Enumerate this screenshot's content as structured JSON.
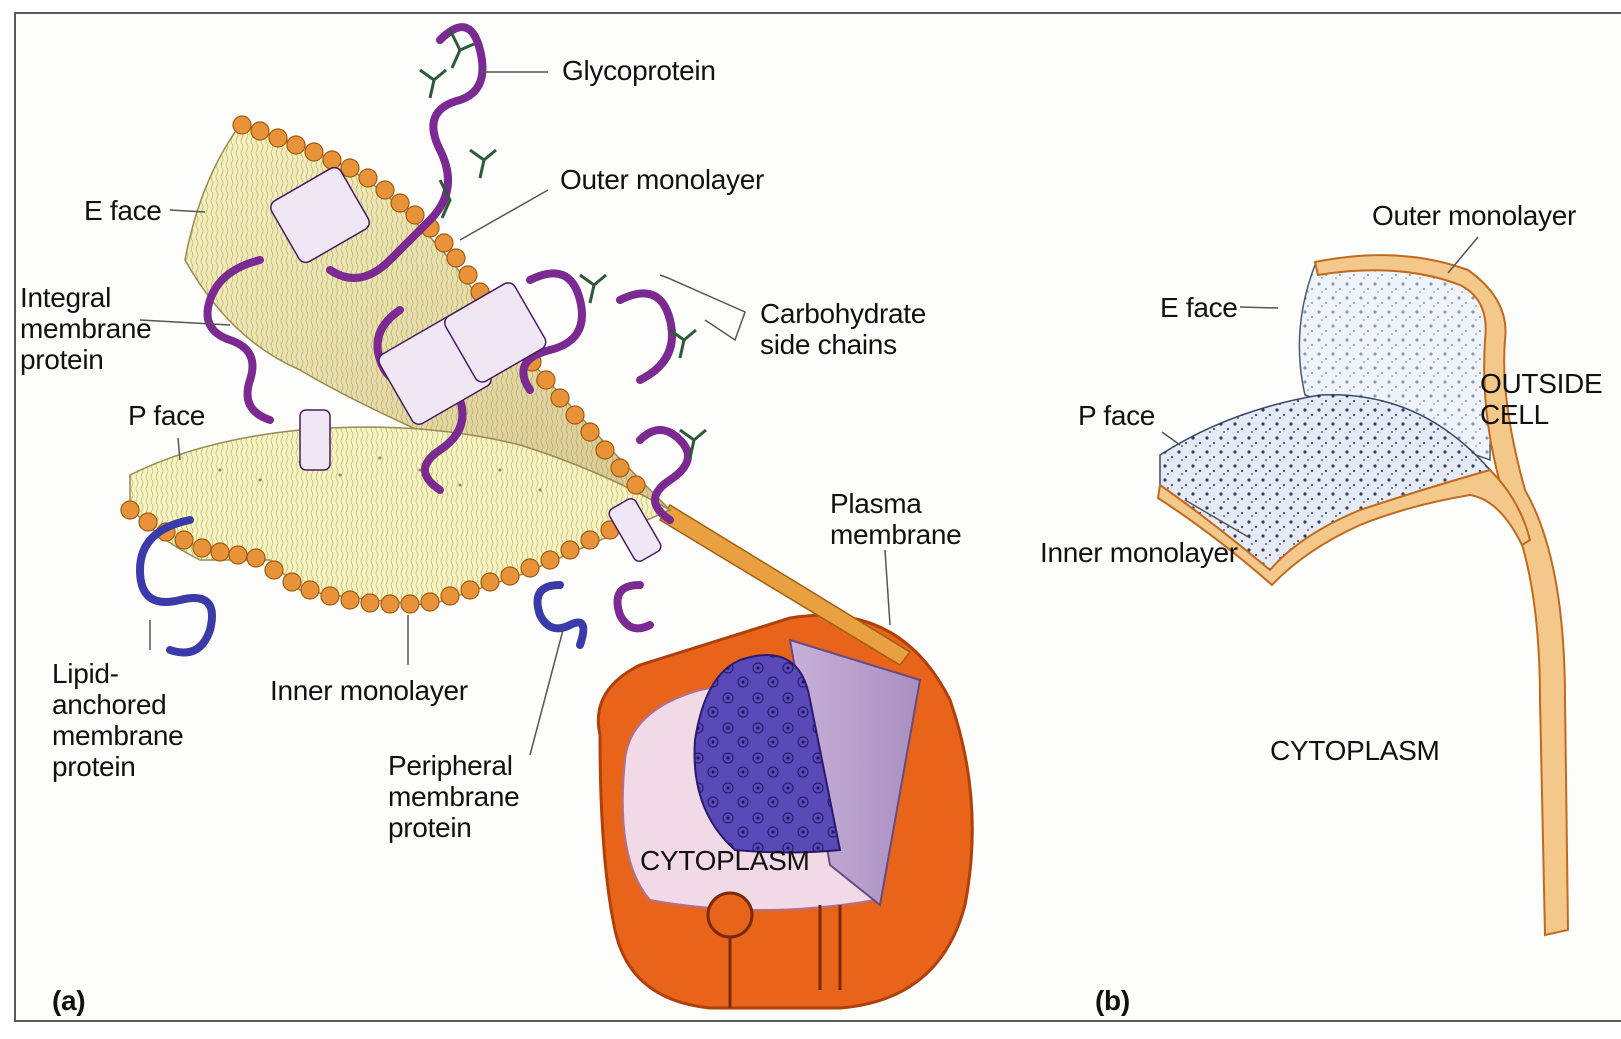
{
  "panel_a": {
    "glycoprotein": "Glycoprotein",
    "outer_monolayer": "Outer monolayer",
    "e_face": "E face",
    "integral_protein": "Integral\nmembrane\nprotein",
    "carbohydrate": "Carbohydrate\nside chains",
    "p_face": "P face",
    "plasma_membrane": "Plasma\nmembrane",
    "lipid_anchored": "Lipid-\nanchored\nmembrane\nprotein",
    "inner_monolayer": "Inner monolayer",
    "peripheral": "Peripheral\nmembrane\nprotein",
    "cytoplasm": "CYTOPLASM",
    "panel_label": "(a)"
  },
  "panel_b": {
    "outer_monolayer": "Outer monolayer",
    "e_face": "E face",
    "outside_cell": "OUTSIDE\nCELL",
    "p_face": "P face",
    "inner_monolayer": "Inner monolayer",
    "cytoplasm": "CYTOPLASM",
    "panel_label": "(b)"
  },
  "colors": {
    "lipid_head": "#e8923a",
    "bilayer_face": "#f8f4c0",
    "protein_purple": "#7a2a90",
    "protein_blue": "#3a3aa8",
    "cell_orange": "#e8641a",
    "cytoplasm_pink": "#f2d9e6",
    "nucleus": "#5a4ab8",
    "carbohydrate": "#2f5a3a",
    "speckle": "#1a2a50"
  }
}
